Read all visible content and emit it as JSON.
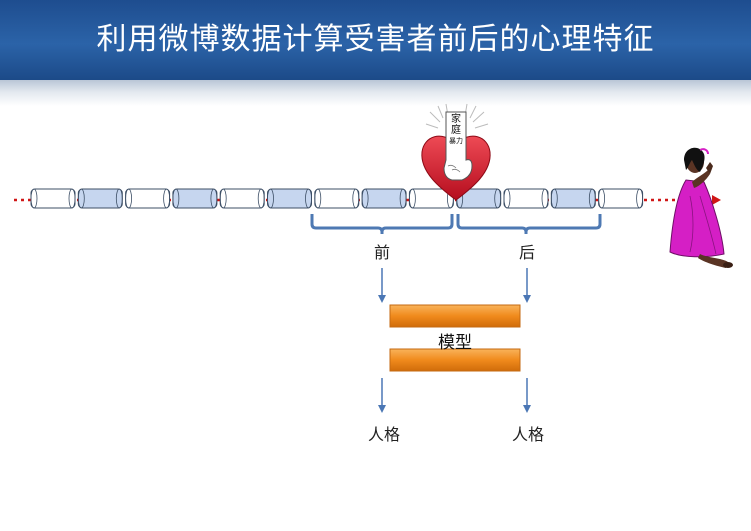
{
  "slide": {
    "title": "利用微博数据计算受害者前后的心理特征"
  },
  "diagram": {
    "heart_text": [
      "家",
      "庭",
      "暴力"
    ],
    "before_label": "前",
    "after_label": "后",
    "model_label": "模型",
    "output_left": "人格",
    "output_right": "人格",
    "segment_count": 13,
    "colors": {
      "segment_fill_a": "#ffffff",
      "segment_fill_b": "#c6d6ef",
      "segment_stroke": "#3d4f66",
      "timeline_dots": "#d01616",
      "bracket": "#4e79b3",
      "arrow": "#4b77b5",
      "model_bar": "#f08a1c",
      "heart": "#d3172b"
    },
    "icons": [
      "heart-hand-icon",
      "praying-woman-icon"
    ]
  }
}
